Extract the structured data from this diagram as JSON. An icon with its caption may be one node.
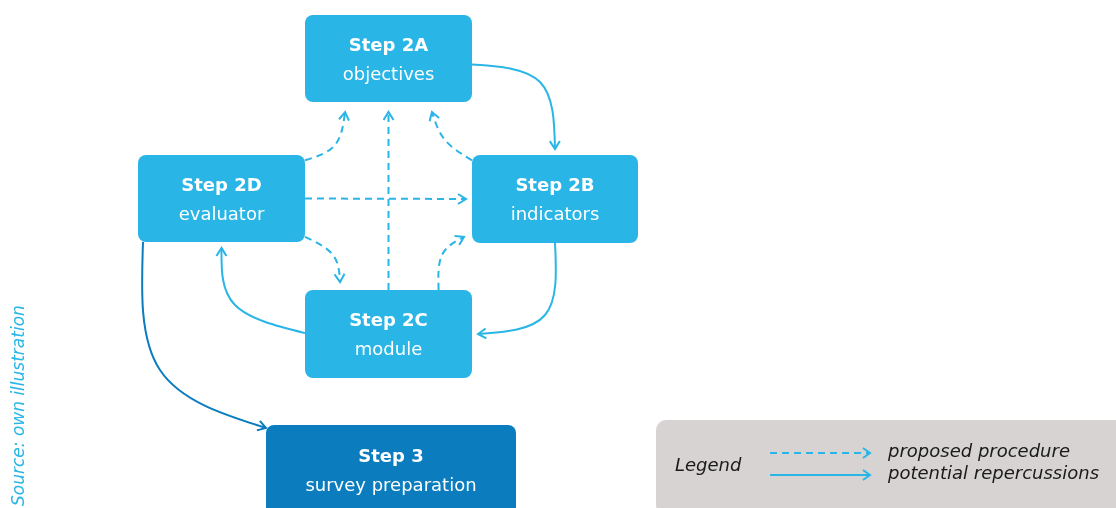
{
  "diagram": {
    "caption": "Source: own illustration",
    "nodes": [
      {
        "text": [
          "Step 2A",
          "objectives"
        ]
      },
      {
        "text": [
          "Step 2D",
          "evaluator"
        ]
      },
      {
        "text": [
          "Step 2B",
          "indicators"
        ]
      },
      {
        "text": [
          "Step 2C",
          "module"
        ]
      },
      {
        "text": [
          "Step 3",
          "survey preparation"
        ]
      }
    ],
    "edges": [
      {
        "from": 0,
        "to": 2,
        "arrow": "to"
      },
      {
        "from": 2,
        "to": 3,
        "arrow": "to"
      },
      {
        "from": 3,
        "to": 1,
        "arrow": "to"
      },
      {
        "from": 1,
        "to": 4,
        "arrow": "to",
        "color": "#0b7dbf"
      },
      {
        "from": 1,
        "to": 0,
        "arrow": "to",
        "style": "dashed"
      },
      {
        "from": 3,
        "to": 0,
        "arrow": "to",
        "style": "dashed"
      },
      {
        "from": 2,
        "to": 0,
        "arrow": "to",
        "style": "dashed"
      },
      {
        "from": 1,
        "to": 2,
        "arrow": "to",
        "style": "dashed"
      },
      {
        "from": 1,
        "to": 3,
        "arrow": "to",
        "style": "dashed"
      },
      {
        "from": 3,
        "to": 2,
        "arrow": "to",
        "style": "dashed"
      }
    ],
    "labels": [
      "Legend"
    ],
    "legend": [
      {
        "text": "proposed procedure"
      },
      {
        "text": "potential repercussions"
      }
    ]
  }
}
